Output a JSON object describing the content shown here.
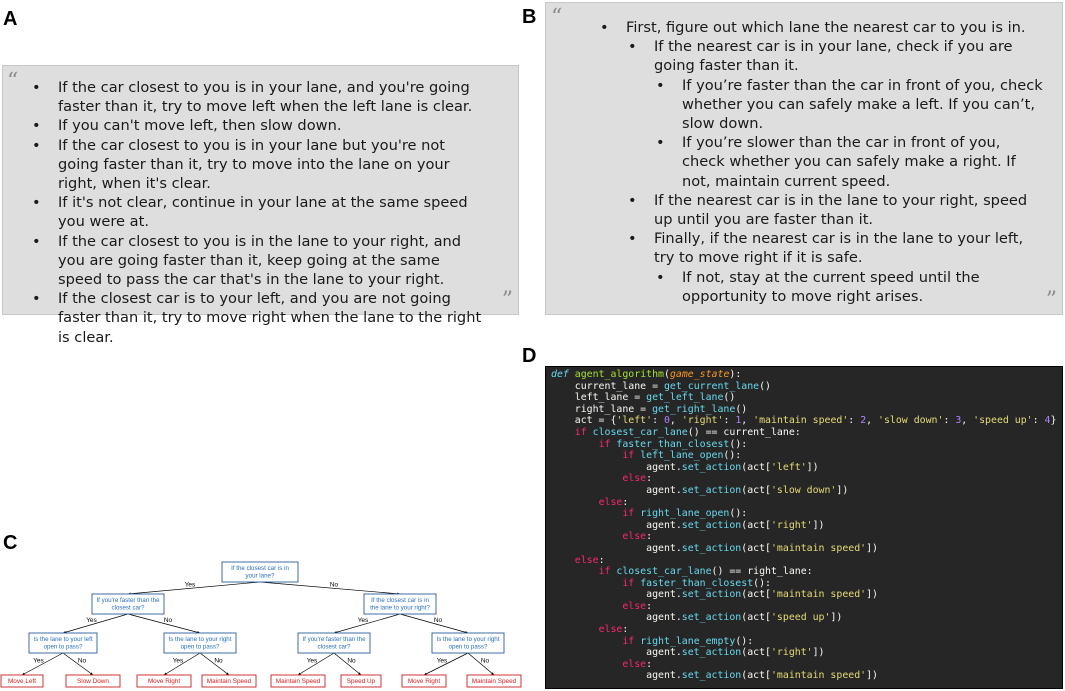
{
  "labels": {
    "a": "A",
    "b": "B",
    "c": "C",
    "d": "D"
  },
  "quote_marks": {
    "open": "“",
    "close": "”"
  },
  "panel_a": {
    "items": [
      "If the car closest to you is in your lane, and you're going faster than it, try to move left when the left lane is clear.",
      "If you can't move left, then slow down.",
      "If the car closest to you is in your lane but you're not going faster than it, try to move into the lane on your right, when it's clear.",
      "If it's not clear, continue in your lane at the same speed you were at.",
      "If the car closest to you is in the lane to your right, and you are going faster than it, keep going at the same speed to pass the car that's in the lane to your right.",
      "If the closest car is to your left, and you are not going faster than it, try to move right when the lane to the right is clear."
    ]
  },
  "panel_b": {
    "items": [
      {
        "level": 1,
        "text": "First, figure out which lane the nearest car to you is in."
      },
      {
        "level": 2,
        "text": "If the nearest car is in your lane, check if you are going faster than it."
      },
      {
        "level": 3,
        "text": "If you’re faster than the car in front of you, check whether you can safely make a left. If you can’t, slow down."
      },
      {
        "level": 3,
        "text": "If you’re slower than the car in front of you, check whether you can safely make a right. If not, maintain current speed."
      },
      {
        "level": 2,
        "text": "If the nearest car is in the lane to your right, speed up until you are faster than it."
      },
      {
        "level": 2,
        "text": "Finally, if the nearest car is in the lane to your left, try to move right if it is safe."
      },
      {
        "level": 3,
        "text": "If not, stay at the current speed until the opportunity to move right arises."
      }
    ]
  },
  "panel_c": {
    "edge_labels": {
      "yes": "Yes",
      "no": "No"
    },
    "nodes": [
      {
        "id": "root",
        "lines": [
          "If the closest car is in",
          "your lane?"
        ]
      },
      {
        "id": "l1",
        "lines": [
          "If you're faster than the",
          "closest car?"
        ]
      },
      {
        "id": "r1",
        "lines": [
          "If the closest car is in",
          "the lane to your right?"
        ]
      },
      {
        "id": "ll2",
        "lines": [
          "Is the lane to your left",
          "open to pass?"
        ]
      },
      {
        "id": "lr2",
        "lines": [
          "Is the lane to your right",
          "open to pass?"
        ]
      },
      {
        "id": "rl2",
        "lines": [
          "If you're faster than the",
          "closest car?"
        ]
      },
      {
        "id": "rr2",
        "lines": [
          "Is the lane to your right",
          "open to pass?"
        ]
      }
    ],
    "leaves": [
      "Move Left",
      "Slow Down",
      "Move Right",
      "Maintain Speed",
      "Maintain Speed",
      "Speed Up",
      "Move Right",
      "Maintain Speed"
    ]
  },
  "panel_d": {
    "code_lines": [
      [
        [
          "def",
          "def"
        ],
        [
          "",
          " "
        ],
        [
          "fn",
          "agent_algorithm"
        ],
        [
          "",
          "("
        ],
        [
          "param",
          "game_state"
        ],
        [
          "",
          "):"
        ]
      ],
      [
        [
          "",
          "    current_lane = "
        ],
        [
          "call",
          "get_current_lane"
        ],
        [
          "",
          "()"
        ]
      ],
      [
        [
          "",
          "    left_lane = "
        ],
        [
          "call",
          "get_left_lane"
        ],
        [
          "",
          "()"
        ]
      ],
      [
        [
          "",
          "    right_lane = "
        ],
        [
          "call",
          "get_right_lane"
        ],
        [
          "",
          "()"
        ]
      ],
      [
        [
          "",
          "    act = {"
        ],
        [
          "str",
          "'left'"
        ],
        [
          "",
          ": "
        ],
        [
          "num",
          "0"
        ],
        [
          "",
          ", "
        ],
        [
          "str",
          "'right'"
        ],
        [
          "",
          ": "
        ],
        [
          "num",
          "1"
        ],
        [
          "",
          ", "
        ],
        [
          "str",
          "'maintain speed'"
        ],
        [
          "",
          ": "
        ],
        [
          "num",
          "2"
        ],
        [
          "",
          ", "
        ],
        [
          "str",
          "'slow down'"
        ],
        [
          "",
          ": "
        ],
        [
          "num",
          "3"
        ],
        [
          "",
          ", "
        ],
        [
          "str",
          "'speed up'"
        ],
        [
          "",
          ": "
        ],
        [
          "num",
          "4"
        ],
        [
          "",
          "}"
        ]
      ],
      [
        [
          "",
          "    "
        ],
        [
          "kw",
          "if"
        ],
        [
          "",
          " "
        ],
        [
          "call",
          "closest_car_lane"
        ],
        [
          "",
          "() == current_lane:"
        ]
      ],
      [
        [
          "",
          "        "
        ],
        [
          "kw",
          "if"
        ],
        [
          "",
          " "
        ],
        [
          "call",
          "faster_than_closest"
        ],
        [
          "",
          "():"
        ]
      ],
      [
        [
          "",
          "            "
        ],
        [
          "kw",
          "if"
        ],
        [
          "",
          " "
        ],
        [
          "call",
          "left_lane_open"
        ],
        [
          "",
          "():"
        ]
      ],
      [
        [
          "",
          "                agent."
        ],
        [
          "call",
          "set_action"
        ],
        [
          "",
          "(act["
        ],
        [
          "str",
          "'left'"
        ],
        [
          "",
          "])"
        ]
      ],
      [
        [
          "",
          "            "
        ],
        [
          "kw",
          "else"
        ],
        [
          "",
          ":"
        ]
      ],
      [
        [
          "",
          "                agent."
        ],
        [
          "call",
          "set_action"
        ],
        [
          "",
          "(act["
        ],
        [
          "str",
          "'slow down'"
        ],
        [
          "",
          "])"
        ]
      ],
      [
        [
          "",
          "        "
        ],
        [
          "kw",
          "else"
        ],
        [
          "",
          ":"
        ]
      ],
      [
        [
          "",
          "            "
        ],
        [
          "kw",
          "if"
        ],
        [
          "",
          " "
        ],
        [
          "call",
          "right_lane_open"
        ],
        [
          "",
          "():"
        ]
      ],
      [
        [
          "",
          "                agent."
        ],
        [
          "call",
          "set_action"
        ],
        [
          "",
          "(act["
        ],
        [
          "str",
          "'right'"
        ],
        [
          "",
          "])"
        ]
      ],
      [
        [
          "",
          "            "
        ],
        [
          "kw",
          "else"
        ],
        [
          "",
          ":"
        ]
      ],
      [
        [
          "",
          "                agent."
        ],
        [
          "call",
          "set_action"
        ],
        [
          "",
          "(act["
        ],
        [
          "str",
          "'maintain speed'"
        ],
        [
          "",
          "])"
        ]
      ],
      [
        [
          "",
          "    "
        ],
        [
          "kw",
          "else"
        ],
        [
          "",
          ":"
        ]
      ],
      [
        [
          "",
          "        "
        ],
        [
          "kw",
          "if"
        ],
        [
          "",
          " "
        ],
        [
          "call",
          "closest_car_lane"
        ],
        [
          "",
          "() == right_lane:"
        ]
      ],
      [
        [
          "",
          "            "
        ],
        [
          "kw",
          "if"
        ],
        [
          "",
          " "
        ],
        [
          "call",
          "faster_than_closest"
        ],
        [
          "",
          "():"
        ]
      ],
      [
        [
          "",
          "                agent."
        ],
        [
          "call",
          "set_action"
        ],
        [
          "",
          "(act["
        ],
        [
          "str",
          "'maintain speed'"
        ],
        [
          "",
          "])"
        ]
      ],
      [
        [
          "",
          "            "
        ],
        [
          "kw",
          "else"
        ],
        [
          "",
          ":"
        ]
      ],
      [
        [
          "",
          "                agent."
        ],
        [
          "call",
          "set_action"
        ],
        [
          "",
          "(act["
        ],
        [
          "str",
          "'speed up'"
        ],
        [
          "",
          "])"
        ]
      ],
      [
        [
          "",
          "        "
        ],
        [
          "kw",
          "else"
        ],
        [
          "",
          ":"
        ]
      ],
      [
        [
          "",
          "            "
        ],
        [
          "kw",
          "if"
        ],
        [
          "",
          " "
        ],
        [
          "call",
          "right_lane_empty"
        ],
        [
          "",
          "():"
        ]
      ],
      [
        [
          "",
          "                agent."
        ],
        [
          "call",
          "set_action"
        ],
        [
          "",
          "(act["
        ],
        [
          "str",
          "'right'"
        ],
        [
          "",
          "])"
        ]
      ],
      [
        [
          "",
          "            "
        ],
        [
          "kw",
          "else"
        ],
        [
          "",
          ":"
        ]
      ],
      [
        [
          "",
          "                agent."
        ],
        [
          "call",
          "set_action"
        ],
        [
          "",
          "(act["
        ],
        [
          "str",
          "'maintain speed'"
        ],
        [
          "",
          "])"
        ]
      ]
    ]
  },
  "colors": {
    "node_text": "#2a6fbf",
    "node_border": "#2a5d9a",
    "leaf_text": "#d62222",
    "leaf_border": "#c81e1e",
    "quote_bg": "#dedede",
    "code_bg": "#262626"
  }
}
